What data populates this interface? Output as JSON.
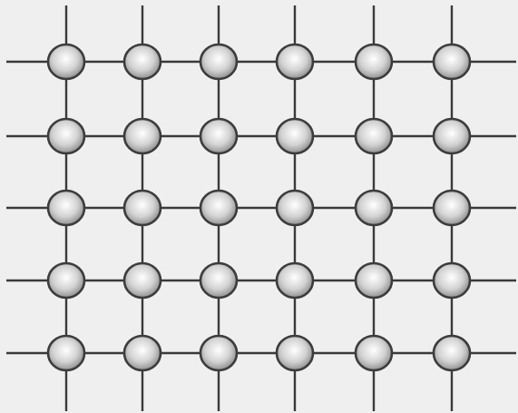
{
  "diagram": {
    "type": "square-lattice",
    "rows": 5,
    "columns": 6,
    "colors": {
      "background": "#efefef",
      "line": "#3a3a3a",
      "node_outline": "#3c3c3c",
      "node_highlight": "#ffffff",
      "node_mid": "#d2d2d2",
      "node_shadow": "#858585"
    }
  }
}
